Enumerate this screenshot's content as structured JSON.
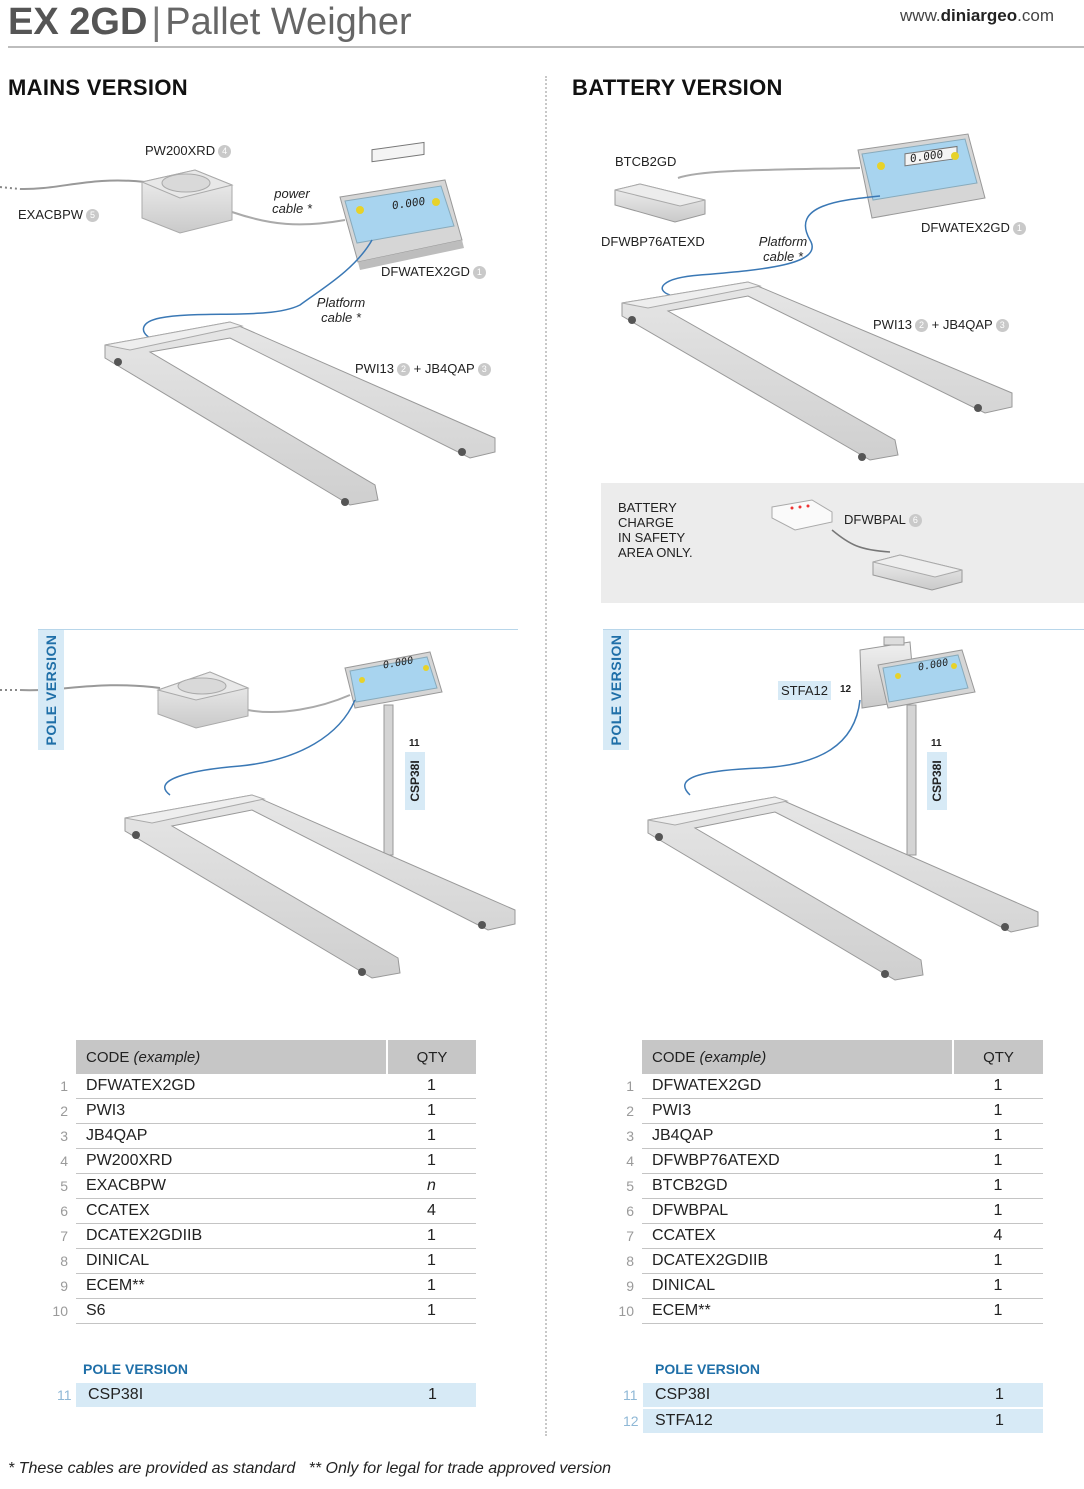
{
  "header": {
    "model": "EX 2GD",
    "separator": "|",
    "subtitle": "Pallet Weigher",
    "site_prefix": "www.",
    "site_bold": "diniargeo",
    "site_suffix": ".com"
  },
  "mains": {
    "heading": "MAINS VERSION",
    "labels": {
      "pw200xrd": "PW200XRD",
      "pw200xrd_n": "4",
      "exacbpw": "EXACBPW",
      "exacbpw_n": "5",
      "power_cable": "power\ncable *",
      "dfwatex": "DFWATEX2GD",
      "dfwatex_n": "1",
      "platform_cable": "Platform\ncable *",
      "pwi13": "PWI13",
      "pwi13_n": "2",
      "plus": "+",
      "jb4qap": "JB4QAP",
      "jb4qap_n": "3"
    },
    "pole_tab": "POLE VERSION",
    "pole_code": "CSP38I",
    "pole_num": "11",
    "table": {
      "col_code": "CODE",
      "col_code_note": "(example)",
      "col_qty": "QTY",
      "rows": [
        {
          "i": "1",
          "code": "DFWATEX2GD",
          "qty": "1"
        },
        {
          "i": "2",
          "code": "PWI3",
          "qty": "1"
        },
        {
          "i": "3",
          "code": "JB4QAP",
          "qty": "1"
        },
        {
          "i": "4",
          "code": "PW200XRD",
          "qty": "1"
        },
        {
          "i": "5",
          "code": "EXACBPW",
          "qty": "n"
        },
        {
          "i": "6",
          "code": "CCATEX",
          "qty": "4"
        },
        {
          "i": "7",
          "code": "DCATEX2GDIIB",
          "qty": "1"
        },
        {
          "i": "8",
          "code": "DINICAL",
          "qty": "1"
        },
        {
          "i": "9",
          "code": "ECEM**",
          "qty": "1"
        },
        {
          "i": "10",
          "code": "S6",
          "qty": "1"
        }
      ],
      "pole_title": "POLE VERSION",
      "pole_rows": [
        {
          "i": "11",
          "code": "CSP38I",
          "qty": "1"
        }
      ]
    }
  },
  "battery": {
    "heading": "BATTERY VERSION",
    "labels": {
      "btcb2gd": "BTCB2GD",
      "dfwbp": "DFWBP76ATEXD",
      "platform_cable": "Platform\ncable *",
      "dfwatex": "DFWATEX2GD",
      "dfwatex_n": "1",
      "pwi13": "PWI13",
      "pwi13_n": "2",
      "plus": "+",
      "jb4qap": "JB4QAP",
      "jb4qap_n": "3",
      "dfwbpal": "DFWBPAL",
      "dfwbpal_n": "6",
      "stfa12": "STFA12",
      "stfa12_n": "12"
    },
    "charge_note": "BATTERY\nCHARGE\nIN SAFETY\nAREA ONLY.",
    "pole_tab": "POLE VERSION",
    "pole_code": "CSP38I",
    "pole_num": "11",
    "table": {
      "col_code": "CODE",
      "col_code_note": "(example)",
      "col_qty": "QTY",
      "rows": [
        {
          "i": "1",
          "code": "DFWATEX2GD",
          "qty": "1"
        },
        {
          "i": "2",
          "code": "PWI3",
          "qty": "1"
        },
        {
          "i": "3",
          "code": "JB4QAP",
          "qty": "1"
        },
        {
          "i": "4",
          "code": "DFWBP76ATEXD",
          "qty": "1"
        },
        {
          "i": "5",
          "code": "BTCB2GD",
          "qty": "1"
        },
        {
          "i": "6",
          "code": "DFWBPAL",
          "qty": "1"
        },
        {
          "i": "7",
          "code": "CCATEX",
          "qty": "4"
        },
        {
          "i": "8",
          "code": "DCATEX2GDIIB",
          "qty": "1"
        },
        {
          "i": "9",
          "code": "DINICAL",
          "qty": "1"
        },
        {
          "i": "10",
          "code": "ECEM**",
          "qty": "1"
        }
      ],
      "pole_title": "POLE VERSION",
      "pole_rows": [
        {
          "i": "11",
          "code": "CSP38I",
          "qty": "1"
        },
        {
          "i": "12",
          "code": "STFA12",
          "qty": "1"
        }
      ]
    }
  },
  "display_reading": "0.000",
  "footnote": "* These cables are provided as standard   ** Only for legal for trade approved version",
  "colors": {
    "accent": "#1f6fa8",
    "tab_bg": "#d7eaf6",
    "header_gray": "#c6c6c6",
    "cable": "#3a78b5"
  }
}
